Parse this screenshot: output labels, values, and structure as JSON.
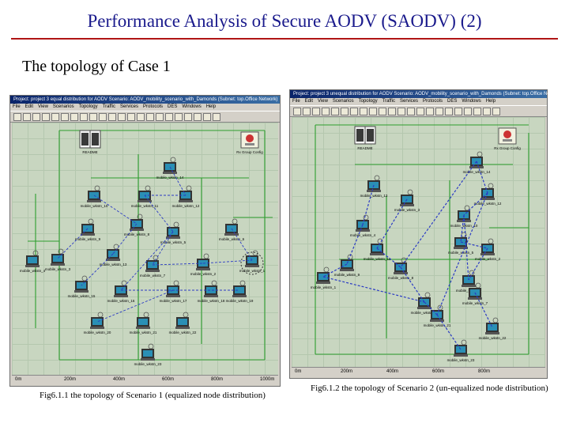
{
  "title": "Performance Analysis of Secure AODV (SAODV) (2)",
  "subtitle": "The topology of Case 1",
  "left_window": {
    "titlebar": "Project: project 3 equal distribution for AODV Scenario: AODV_mobility_scenario_with_Damonds (Subnet: top.Office Network)",
    "menu": [
      "File",
      "Edit",
      "View",
      "Scenarios",
      "Topology",
      "Traffic",
      "Services",
      "Protocols",
      "DES",
      "Windows",
      "Help"
    ],
    "readme_label": "README",
    "config_label": "Rx Group Config",
    "ruler": [
      "0m",
      "200m",
      "400m",
      "600m",
      "800m",
      "1000m"
    ],
    "nodes": [
      "mobile_wkstn_14",
      "mobile_wkstn_12",
      "mobile_wkstn_10",
      "mobile_wkstn_11",
      "mobile_wkstn_9",
      "mobile_wkstn_8",
      "mobile_wkstn_6",
      "mobile_wkstn_5",
      "mobile_wkstn_3",
      "mobile_wkstn_13",
      "mobile_wkstn_7",
      "mobile_wkstn_2",
      "mobile_wkstn_1",
      "mobile_wkstn_4",
      "mobile_wkstn_15",
      "mobile_wkstn_16",
      "mobile_wkstn_17",
      "mobile_wkstn_18",
      "mobile_wkstn_19",
      "mobile_wkstn_20",
      "mobile_wkstn_21",
      "mobile_wkstn_22",
      "mobile_wkstn_23"
    ]
  },
  "right_window": {
    "titlebar": "Project: project 3 unequal distribution for AODV Scenario: AODV_mobility_scenario_with_Damonds (Subnet: top.Office Network)",
    "menu": [
      "File",
      "Edit",
      "View",
      "Scenarios",
      "Topology",
      "Traffic",
      "Services",
      "Protocols",
      "DES",
      "Windows",
      "Help"
    ],
    "readme_label": "README",
    "config_label": "Rx Group Config",
    "ruler": [
      "0m",
      "200m",
      "400m",
      "600m",
      "800m"
    ],
    "nodes": [
      "mobile_wkstn_14",
      "mobile_wkstn_13",
      "mobile_wkstn_12",
      "mobile_wkstn_3",
      "mobile_wkstn_10",
      "mobile_wkstn_4",
      "mobile_wkstn_5",
      "mobile_wkstn_11",
      "mobile_wkstn_2",
      "mobile_wkstn_9",
      "mobile_wkstn_8",
      "mobile_wkstn_6",
      "mobile_wkstn_7",
      "mobile_wkstn_1",
      "mobile_wkstn_20",
      "mobile_wkstn_21",
      "mobile_wkstn_22",
      "mobile_wkstn_23"
    ]
  },
  "caption_left": "Fig6.1.1 the topology of Scenario 1 (equalized node distribution)",
  "caption_right": "Fig6.1.2 the topology of Scenario 2 (un-equalized node distribution)",
  "colors": {
    "title": "#1a1a8c",
    "rule": "#b01515",
    "green_link": "#2e9e2e",
    "blue_link": "#2b3bc4",
    "node_screen": "#2a8fb5"
  }
}
